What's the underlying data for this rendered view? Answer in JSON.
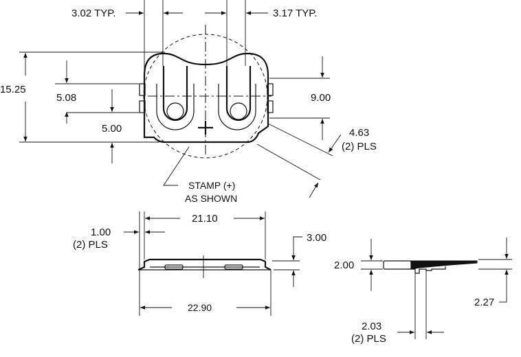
{
  "top_view": {
    "dim_pin_left": "3.02  TYP.",
    "dim_pin_right": "3.17  TYP.",
    "dim_height": "15.25",
    "dim_upper_offset": "5.08",
    "dim_lower_offset": "5.00",
    "dim_center_to_bottom": "9.00",
    "dim_tab_width": "4.63",
    "dim_tab_width_note": "(2) PLS",
    "stamp_note_line1": "STAMP (+)",
    "stamp_note_line2": "AS SHOWN"
  },
  "front_view": {
    "dim_tab": "1.00",
    "dim_tab_note": "(2) PLS",
    "dim_inner_width": "21.10",
    "dim_height": "3.00",
    "dim_overall_width": "22.90"
  },
  "side_view": {
    "dim_height": "2.00",
    "dim_overall_height": "2.27",
    "dim_pad": "2.03",
    "dim_pad_note": "(2) PLS"
  }
}
